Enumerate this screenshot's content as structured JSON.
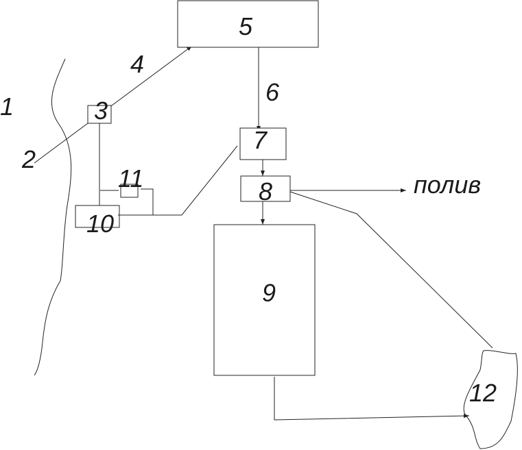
{
  "labels": {
    "l1": "1",
    "l2": "2",
    "l3": "3",
    "l4": "4",
    "l5": "5",
    "l6": "6",
    "l7": "7",
    "l8": "8",
    "l9": "9",
    "l10": "10",
    "l11": "11",
    "l12": "12",
    "watering": "полив"
  }
}
